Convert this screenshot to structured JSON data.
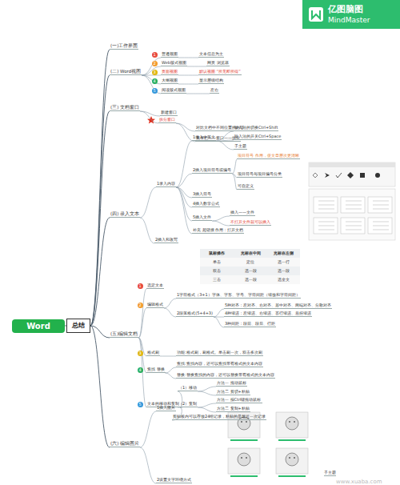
{
  "diagram": {
    "nodes": [
      {
        "text": [
          "Word"
        ]
      },
      {
        "text": [
          "总结"
        ]
      },
      {
        "text": [
          "(一)工作界面"
        ]
      },
      {
        "text": [
          "(二) Word视图"
        ]
      },
      {
        "text": [
          "普通视图"
        ]
      },
      {
        "text": [
          "文本信息为主"
        ]
      },
      {
        "text": [
          "Web版式视图"
        ]
      },
      {
        "text": [
          "网页 浏览器"
        ]
      },
      {
        "text": [
          "页面视图"
        ]
      },
      {
        "text": [
          "默认视图 “所见即所得”"
        ]
      },
      {
        "text": [
          "大纲视图"
        ]
      },
      {
        "text": [
          "显示层级结构"
        ]
      },
      {
        "text": [
          "阅读版式视图"
        ]
      },
      {
        "text": [
          "左右"
        ]
      },
      {
        "text": [
          "(三) 文档窗口"
        ]
      },
      {
        "text": [
          "新建窗口"
        ]
      },
      {
        "text": [
          "拆分窗口"
        ]
      },
      {
        "text": [
          "对比文档中不同位置的内容"
        ]
      },
      {
        "text": [
          "菜单栏——窗口——拆分"
        ]
      },
      {
        "text": [
          "(四) 录入文本"
        ]
      },
      {
        "text": [
          "1录入内容"
        ]
      },
      {
        "text": [
          "1录入中英文"
        ]
      },
      {
        "text": [
          "输入法的切换Ctrl+Shift"
        ]
      },
      {
        "text": [
          "输入法的开关Ctrl+Space"
        ]
      },
      {
        "text": [
          "子主题"
        ]
      },
      {
        "text": [
          "2插入项目符号或编号"
        ]
      },
      {
        "text": [
          "项目符号 作用，使文章层次更清晰"
        ]
      },
      {
        "text": [
          "项目符号与项目编号分类"
        ]
      },
      {
        "text": [
          "可自定义"
        ]
      },
      {
        "text": [
          "3插入符号"
        ]
      },
      {
        "text": [
          "4插入数学公式"
        ]
      },
      {
        "text": [
          "5插入文件"
        ]
      },
      {
        "text": [
          "插入——文件"
        ]
      },
      {
        "text": [
          "不打开文件就可以插入"
        ]
      },
      {
        "text": [
          "补充 超链接 作用：打开文档"
        ]
      },
      {
        "text": [
          "2插入和改写"
        ]
      },
      {
        "text": [
          "(五)编辑文档"
        ]
      },
      {
        "text": [
          "选定文本"
        ]
      },
      {
        "text": [
          "编辑格式"
        ]
      },
      {
        "text": [
          "1字符格式（3+1）字体、字形、字号、字符间距（缩放和字符间距）"
        ]
      },
      {
        "text": [
          "2段落格式(5+4+3)"
        ]
      },
      {
        "text": [
          "5种对齐：左对齐、右对齐、居中对齐、两端对齐、分散对齐"
        ]
      },
      {
        "text": [
          "4种缩进：左缩进、右缩进、首行缩进、悬挂缩进"
        ]
      },
      {
        "text": [
          "3种间距：段前、段后、行距"
        ]
      },
      {
        "text": [
          "格式刷"
        ]
      },
      {
        "text": [
          "功能:格式刷，刷格式。单击刷一次，双击多次刷"
        ]
      },
      {
        "text": [
          "查找 替换"
        ]
      },
      {
        "text": [
          "查找:查找内容，还可以查找带有格式的文本内容"
        ]
      },
      {
        "text": [
          "替换:替换查找的内容，还可以替换带有格式的文本内容"
        ]
      },
      {
        "text": [
          "文本的移动和复制"
        ]
      },
      {
        "text": [
          "（1）移动"
        ]
      },
      {
        "text": [
          "方法一 拖动鼠标"
        ]
      },
      {
        "text": [
          "方法二 剪切+粘贴"
        ]
      },
      {
        "text": [
          "（2）复制"
        ]
      },
      {
        "text": [
          "方法一 按Ctrl键拖动鼠标"
        ]
      },
      {
        "text": [
          "方法二 复制+粘贴"
        ]
      },
      {
        "text": [
          "剪贴板内可以存放24组记录，粘贴的是最近一次记录"
        ]
      },
      {
        "text": [
          "(六) 编辑图片"
        ]
      },
      {
        "text": [
          "1插入图片"
        ]
      },
      {
        "text": [
          "2设置文字环绕方式"
        ]
      }
    ],
    "edges": [
      {
        "from": 0,
        "to": 1,
        "arrow": "none"
      },
      {
        "from": 1,
        "to": 2,
        "arrow": "none"
      },
      {
        "from": 1,
        "to": 3,
        "arrow": "none"
      },
      {
        "from": 1,
        "to": 14,
        "arrow": "none"
      },
      {
        "from": 1,
        "to": 19,
        "arrow": "none"
      },
      {
        "from": 1,
        "to": 36,
        "arrow": "none"
      },
      {
        "from": 1,
        "to": 57,
        "arrow": "none"
      },
      {
        "from": 3,
        "to": 4,
        "arrow": "none"
      },
      {
        "from": 4,
        "to": 5,
        "arrow": "none"
      },
      {
        "from": 3,
        "to": 6,
        "arrow": "none"
      },
      {
        "from": 6,
        "to": 7,
        "arrow": "none"
      },
      {
        "from": 3,
        "to": 8,
        "arrow": "none"
      },
      {
        "from": 8,
        "to": 9,
        "arrow": "none"
      },
      {
        "from": 3,
        "to": 10,
        "arrow": "none"
      },
      {
        "from": 10,
        "to": 11,
        "arrow": "none"
      },
      {
        "from": 3,
        "to": 12,
        "arrow": "none"
      },
      {
        "from": 12,
        "to": 13,
        "arrow": "none"
      },
      {
        "from": 14,
        "to": 15,
        "arrow": "none"
      },
      {
        "from": 14,
        "to": 16,
        "arrow": "none"
      },
      {
        "from": 16,
        "to": 17,
        "arrow": "none"
      },
      {
        "from": 16,
        "to": 18,
        "arrow": "none"
      },
      {
        "from": 19,
        "to": 20,
        "arrow": "none"
      },
      {
        "from": 20,
        "to": 21,
        "arrow": "none"
      },
      {
        "from": 21,
        "to": 22,
        "arrow": "none"
      },
      {
        "from": 21,
        "to": 23,
        "arrow": "none"
      },
      {
        "from": 21,
        "to": 24,
        "arrow": "none"
      },
      {
        "from": 20,
        "to": 25,
        "arrow": "none"
      },
      {
        "from": 25,
        "to": 26,
        "arrow": "none"
      },
      {
        "from": 25,
        "to": 27,
        "arrow": "none"
      },
      {
        "from": 25,
        "to": 28,
        "arrow": "none"
      },
      {
        "from": 20,
        "to": 29,
        "arrow": "none"
      },
      {
        "from": 20,
        "to": 30,
        "arrow": "none"
      },
      {
        "from": 20,
        "to": 31,
        "arrow": "none"
      },
      {
        "from": 31,
        "to": 32,
        "arrow": "none"
      },
      {
        "from": 31,
        "to": 33,
        "arrow": "none"
      },
      {
        "from": 20,
        "to": 34,
        "arrow": "none"
      },
      {
        "from": 19,
        "to": 35,
        "arrow": "none"
      },
      {
        "from": 36,
        "to": 37,
        "arrow": "none"
      },
      {
        "from": 36,
        "to": 38,
        "arrow": "none"
      },
      {
        "from": 38,
        "to": 39,
        "arrow": "none"
      },
      {
        "from": 38,
        "to": 40,
        "arrow": "none"
      },
      {
        "from": 40,
        "to": 41,
        "arrow": "none"
      },
      {
        "from": 40,
        "to": 42,
        "arrow": "none"
      },
      {
        "from": 40,
        "to": 43,
        "arrow": "none"
      },
      {
        "from": 36,
        "to": 44,
        "arrow": "none"
      },
      {
        "from": 44,
        "to": 45,
        "arrow": "none"
      },
      {
        "from": 36,
        "to": 46,
        "arrow": "none"
      },
      {
        "from": 46,
        "to": 47,
        "arrow": "none"
      },
      {
        "from": 46,
        "to": 48,
        "arrow": "none"
      },
      {
        "from": 36,
        "to": 49,
        "arrow": "none"
      },
      {
        "from": 49,
        "to": 50,
        "arrow": "none"
      },
      {
        "from": 50,
        "to": 51,
        "arrow": "none"
      },
      {
        "from": 50,
        "to": 52,
        "arrow": "none"
      },
      {
        "from": 49,
        "to": 53,
        "arrow": "none"
      },
      {
        "from": 53,
        "to": 54,
        "arrow": "none"
      },
      {
        "from": 53,
        "to": 55,
        "arrow": "none"
      },
      {
        "from": 49,
        "to": 56,
        "arrow": "none"
      },
      {
        "from": 57,
        "to": 58,
        "arrow": "none"
      },
      {
        "from": 57,
        "to": 59,
        "arrow": "none"
      }
    ],
    "labels": [
      "1",
      "2",
      "3",
      "4",
      "5",
      "1",
      "2",
      "3",
      "4",
      "5",
      "鼠标操作",
      "光标在中间",
      "光标在左侧",
      "单击",
      "定位",
      "选一行",
      "双击",
      "选一段",
      "选一段",
      "三击",
      "选一段",
      "选全文",
      "子主题",
      "亿图脑图",
      "MindMaster",
      "www.xuaba.com"
    ]
  }
}
